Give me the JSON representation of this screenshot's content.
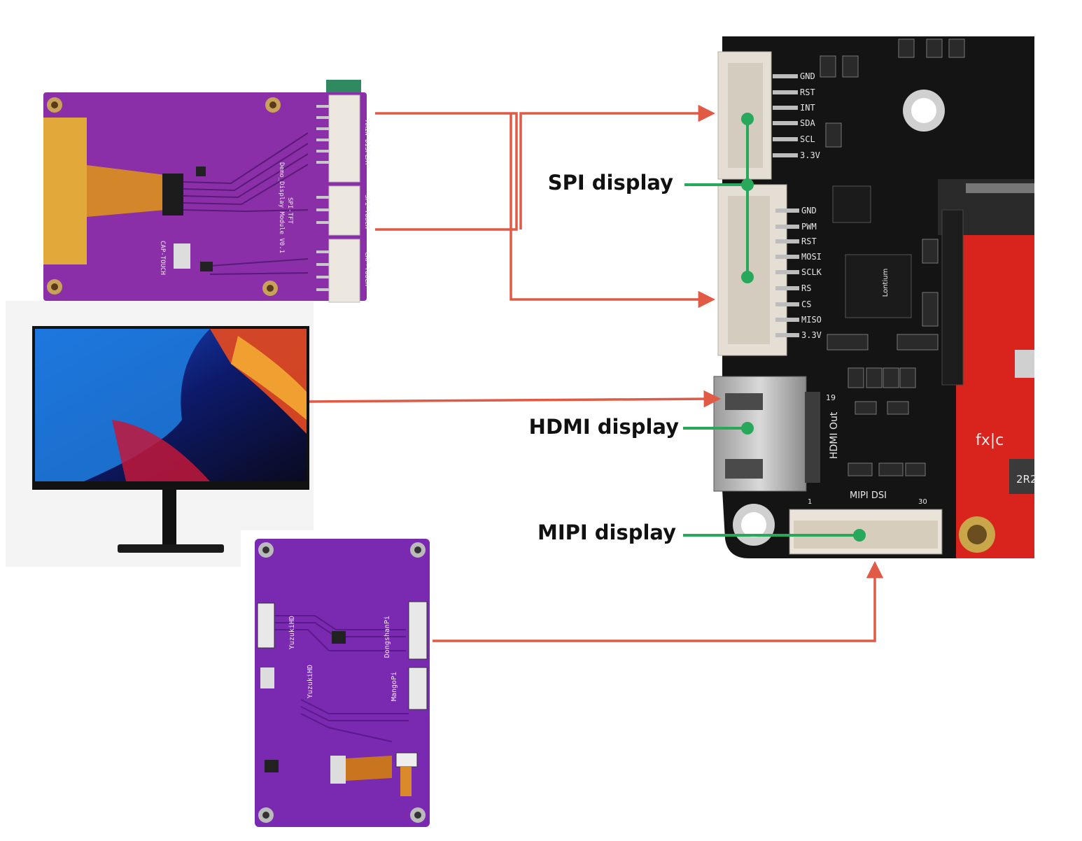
{
  "labels": {
    "spi": "SPI display",
    "hdmi": "HDMI display",
    "mipi": "MIPI display"
  },
  "spi_module": {
    "silk_title": "Demo_Display Module V0.1",
    "connectors": [
      "MAIN DISPLAY",
      "SPI-TOUCH",
      "CAP-TOUCH"
    ],
    "side_labels": [
      "SPI-TFT",
      "CAP-TOUCH"
    ]
  },
  "board": {
    "header_top_pins": [
      "GND",
      "RST",
      "INT",
      "SDA",
      "SCL",
      "3.3V"
    ],
    "header_bottom_pins": [
      "GND",
      "PWM",
      "RST",
      "MOSI",
      "SCLK",
      "RS",
      "CS",
      "MISO",
      "3.3V"
    ],
    "hdmi_silk": "HDMI Out",
    "hdmi_pin": "19",
    "mipi_silk": "MIPI DSI",
    "mipi_pin_start": "1",
    "mipi_pin_end": "30",
    "chip_silk": "Lontium",
    "red_board_silk": "2R2"
  },
  "mipi_module": {
    "silk": [
      "YuzukiHD",
      "DongshanPi",
      "YuzukiHD",
      "MangoPi"
    ]
  },
  "colors": {
    "arrow": "#e05a45",
    "marker": "#27a85a",
    "pcb_purple": "#8a2fa8",
    "board_black": "#141414",
    "board_red": "#d8241c"
  }
}
